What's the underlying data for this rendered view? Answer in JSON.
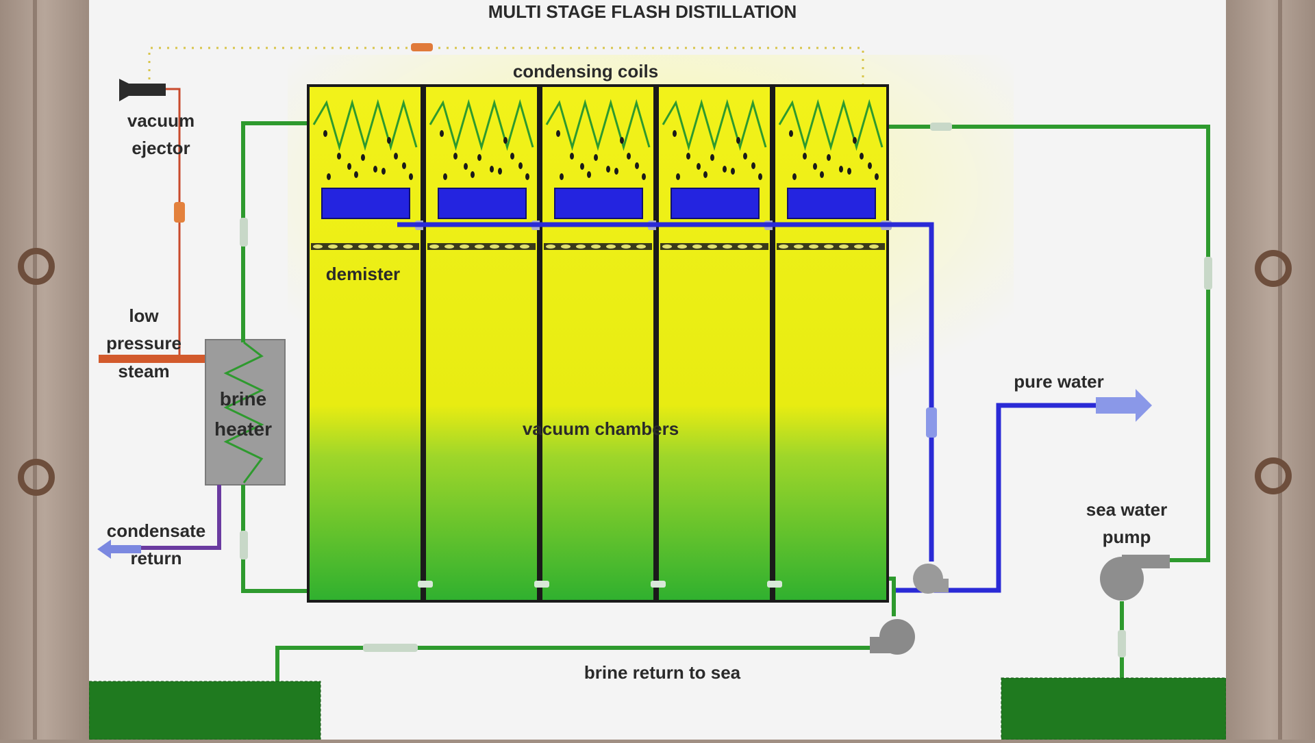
{
  "title": "MULTI STAGE FLASH DISTILLATION",
  "labels": {
    "condensing_coils": "condensing coils",
    "vacuum_ejector_1": "vacuum",
    "vacuum_ejector_2": "ejector",
    "low_pressure_steam_1": "low",
    "low_pressure_steam_2": "pressure",
    "low_pressure_steam_3": "steam",
    "brine_heater_1": "brine",
    "brine_heater_2": "heater",
    "demister": "demister",
    "vacuum_chambers": "vacuum chambers",
    "condensate_return_1": "condensate",
    "condensate_return_2": "return",
    "pure_water": "pure water",
    "sea_water_pump_1": "sea water",
    "sea_water_pump_2": "pump",
    "brine_return_to_sea": "brine return to sea"
  },
  "stages": 5,
  "colors": {
    "chamber_top": "#f2f21a",
    "chamber_bottom": "#2fb02f",
    "pipe_seawater": "#2e9a2e",
    "pipe_purewater": "#2a2ad6",
    "pipe_steam": "#d04a2a",
    "sea": "#1f7a1f",
    "brine_heater": "#9c9c9c"
  }
}
